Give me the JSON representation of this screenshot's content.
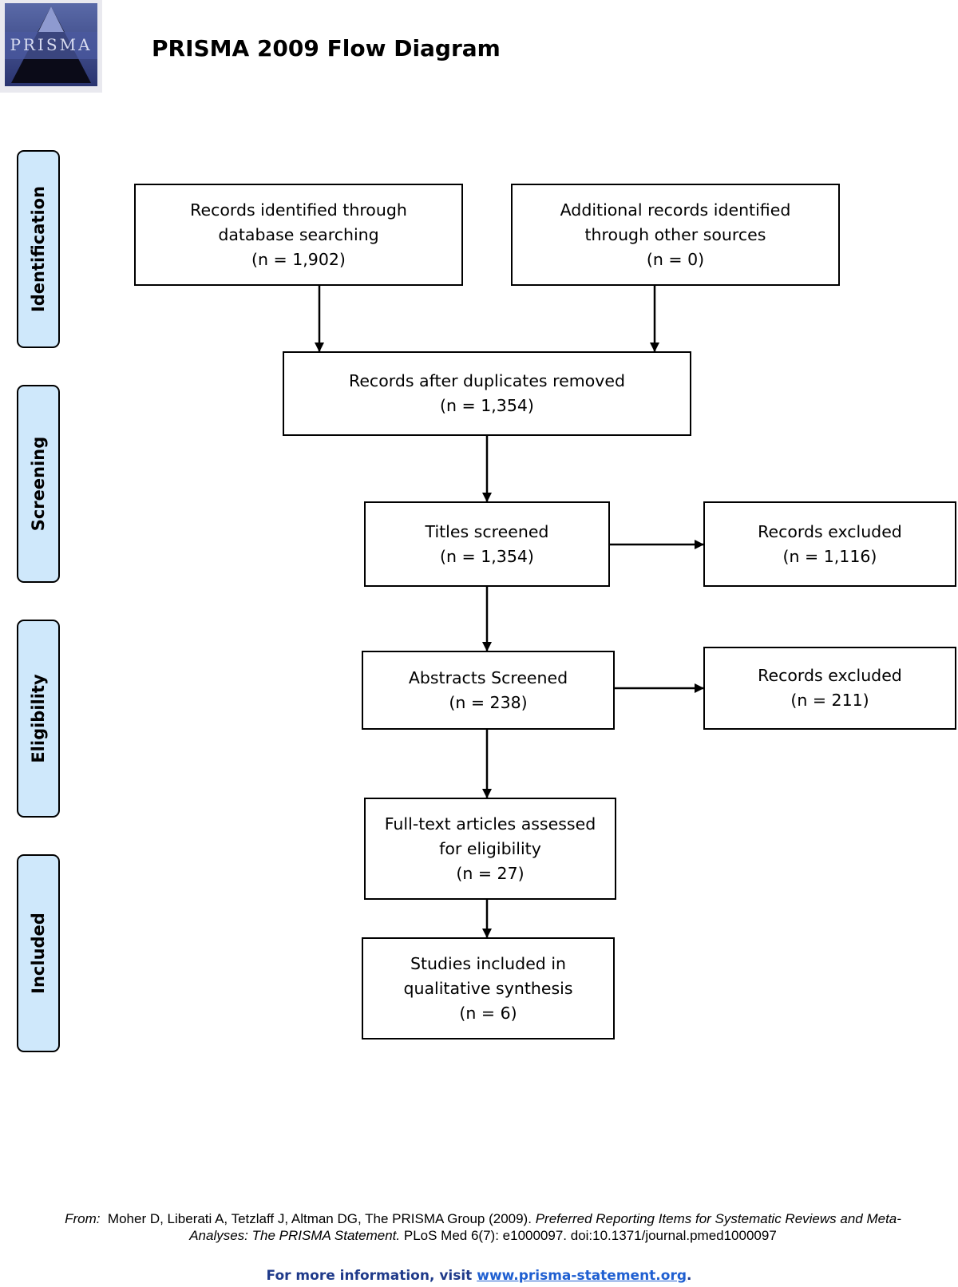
{
  "header": {
    "logo_text": "PRISMA",
    "title": "PRISMA 2009 Flow Diagram"
  },
  "stages": [
    {
      "label": "Identification"
    },
    {
      "label": "Screening"
    },
    {
      "label": "Eligibility"
    },
    {
      "label": "Included"
    }
  ],
  "boxes": {
    "database_records": {
      "line1": "Records identified through",
      "line2": "database searching",
      "count": "(n = 1,902)"
    },
    "other_sources": {
      "line1": "Additional records identified",
      "line2": "through other sources",
      "count": "(n = 0)"
    },
    "after_duplicates": {
      "line1": "Records after duplicates removed",
      "count": "(n = 1,354)"
    },
    "titles_screened": {
      "line1": "Titles screened",
      "count": "(n = 1,354)"
    },
    "titles_excluded": {
      "line1": "Records excluded",
      "count": "(n = 1,116)"
    },
    "abstracts_screened": {
      "line1": "Abstracts Screened",
      "count": "(n = 238)"
    },
    "abstracts_excluded": {
      "line1": "Records excluded",
      "count": "(n = 211)"
    },
    "full_text": {
      "line1": "Full-text articles assessed",
      "line2": "for eligibility",
      "count": "(n = 27)"
    },
    "included": {
      "line1": "Studies included in",
      "line2": "qualitative synthesis",
      "count": "(n = 6)"
    }
  },
  "citation": {
    "from_label": "From:",
    "authors": "Moher D, Liberati A, Tetzlaff J, Altman DG, The PRISMA Group (2009).",
    "title_part1": "Preferred Reporting Items for Systematic Reviews and Meta-",
    "title_part2": "Analyses: The PRISMA Statement.",
    "journal": "PLoS Med 6(7): e1000097. doi:10.1371/journal.pmed1000097"
  },
  "footer": {
    "prefix": "For more information, visit ",
    "link": "www.prisma-statement.org",
    "suffix": "."
  }
}
